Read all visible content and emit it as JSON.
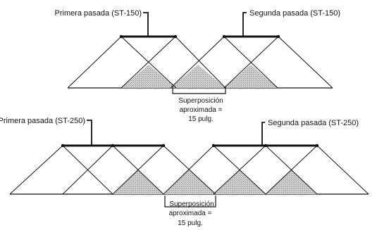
{
  "colors": {
    "ink": "#111111",
    "overlap_fill": "#b8b8b8",
    "background": "#ffffff"
  },
  "top_diagram": {
    "pass1_label": "Primera pasada (ST-150)",
    "pass2_label": "Segunda pasada (ST-150)",
    "overlap_lines": [
      "Superposición",
      "aproximada =",
      "15 pulg."
    ]
  },
  "bottom_diagram": {
    "pass1_label": "Primera pasada (ST-250)",
    "pass2_label": "Segunda pasada (ST-250)",
    "overlap_lines": [
      "Superposición",
      "aproximada =",
      "15 pulg."
    ]
  }
}
